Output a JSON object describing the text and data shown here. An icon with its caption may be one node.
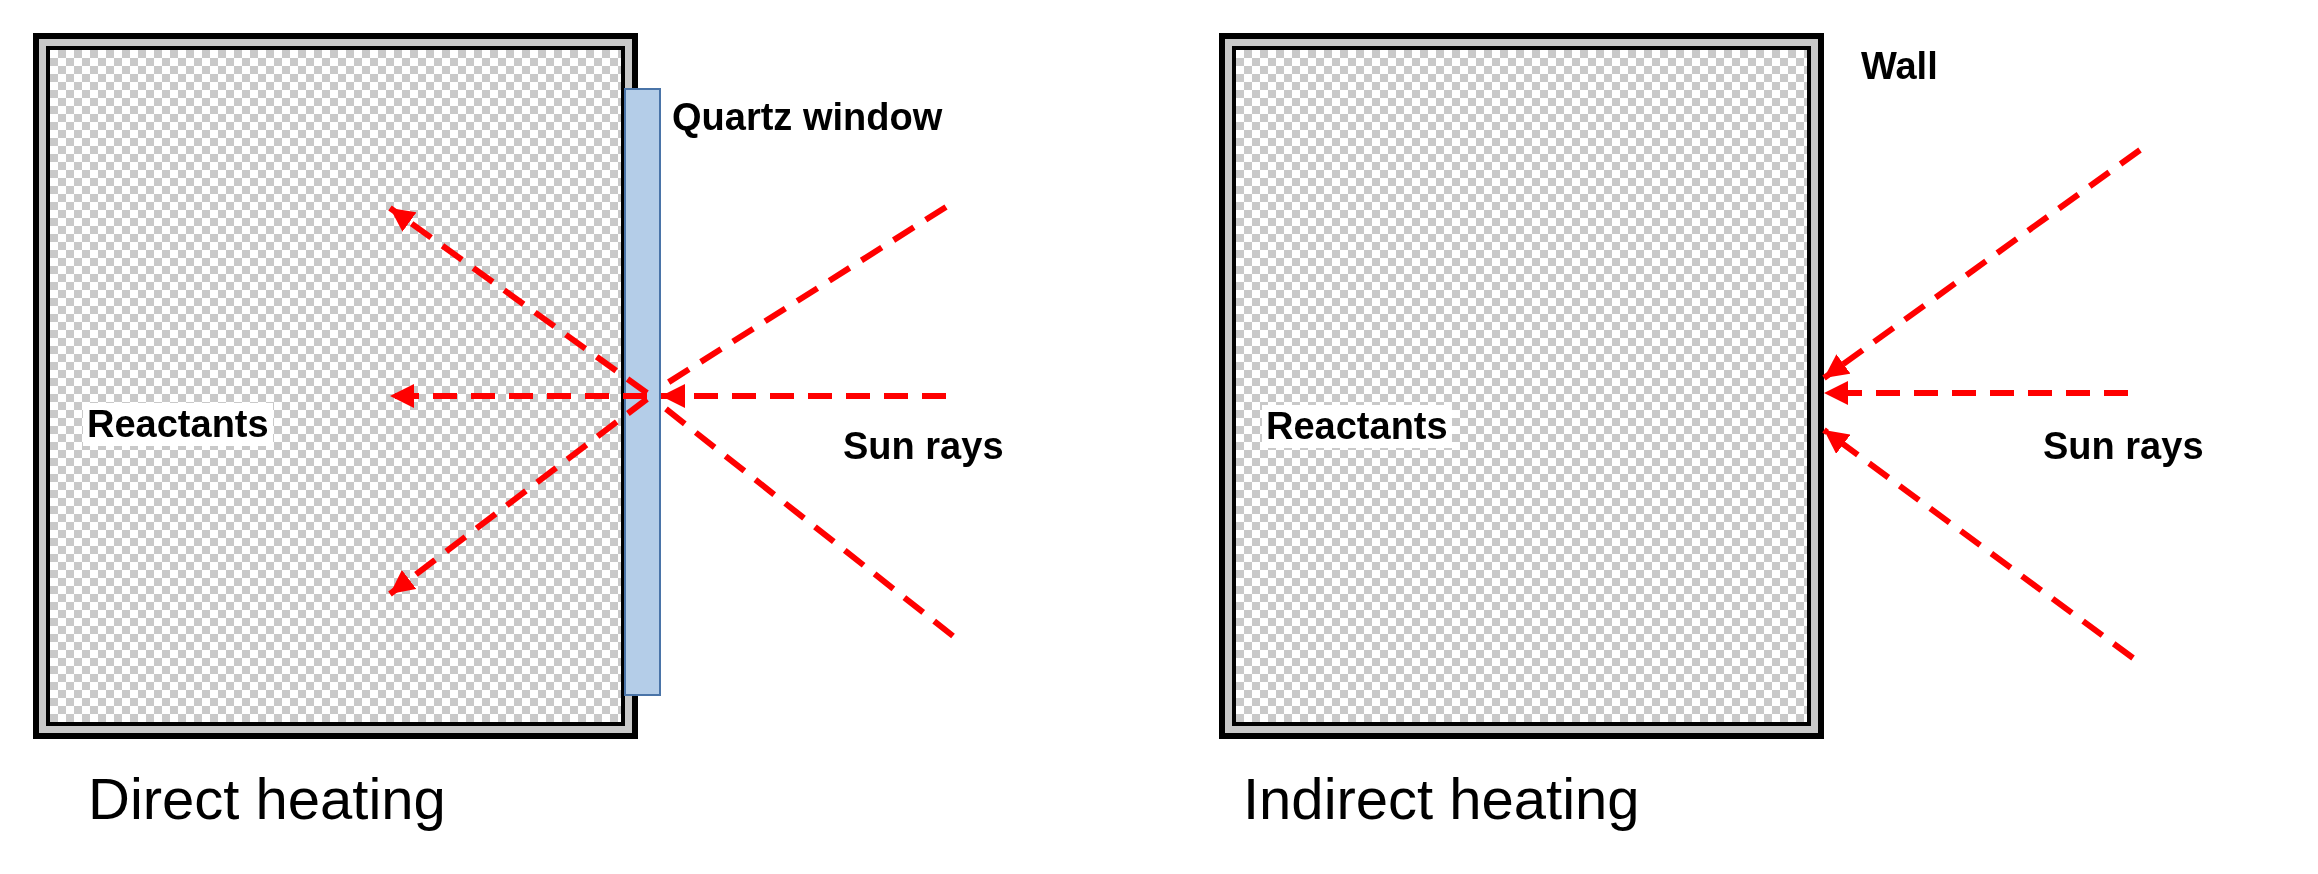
{
  "diagram": {
    "nodes": [
      {
        "text": [
          "Reactants"
        ]
      },
      {
        "text": [
          "Quartz window"
        ]
      },
      {
        "text": [
          "Reactants"
        ],
        "beside": [
          "Wall"
        ]
      }
    ],
    "edges": [
      {
        "from": null,
        "to": 1,
        "arrow": "none",
        "style": "dashed"
      },
      {
        "from": null,
        "to": 1,
        "arrow": "to",
        "style": "dashed"
      },
      {
        "from": null,
        "to": 1,
        "arrow": "none",
        "style": "dashed"
      },
      {
        "from": 1,
        "to": 0,
        "arrow": "to",
        "style": "dashed"
      },
      {
        "from": 1,
        "to": 0,
        "arrow": "to",
        "style": "dashed"
      },
      {
        "from": 1,
        "to": 0,
        "arrow": "to",
        "style": "dashed"
      },
      {
        "from": null,
        "to": 2,
        "arrow": "to",
        "style": "dashed"
      },
      {
        "from": null,
        "to": 2,
        "arrow": "to",
        "style": "dashed"
      },
      {
        "from": null,
        "to": 2,
        "arrow": "to",
        "style": "dashed"
      }
    ],
    "labels": [
      "Sun rays",
      "Direct heating",
      "Sun rays",
      "Indirect heating"
    ]
  }
}
